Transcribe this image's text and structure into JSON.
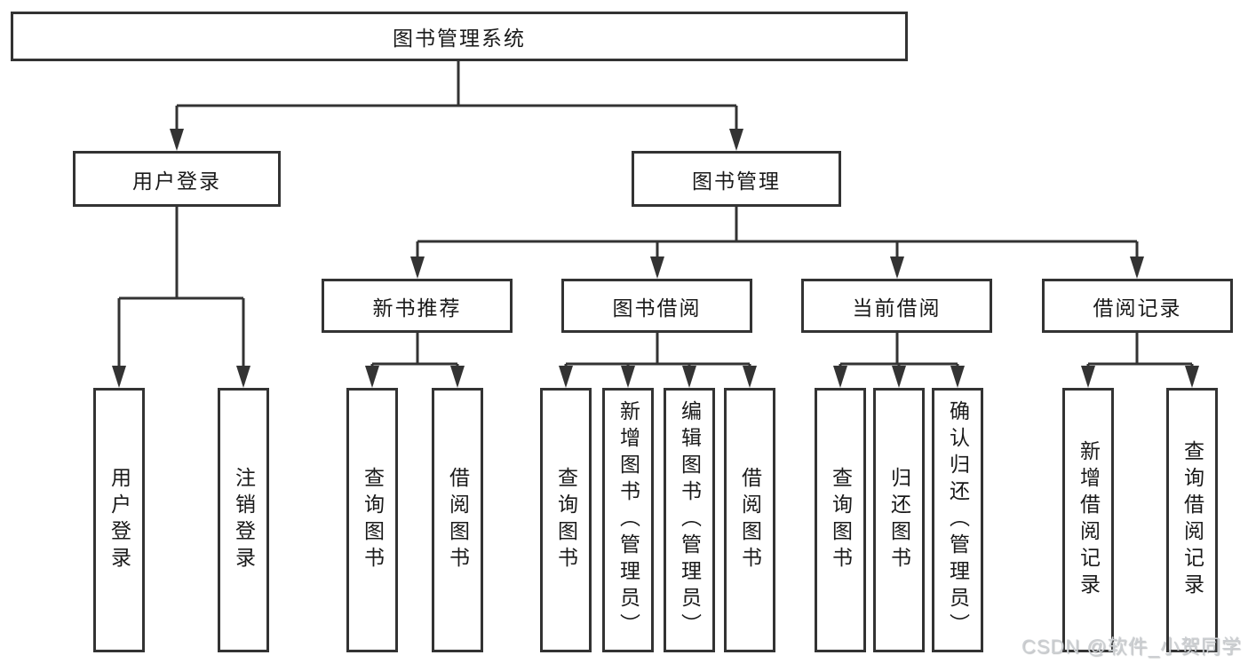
{
  "root": {
    "label": "图书管理系统"
  },
  "user_login": {
    "label": "用户登录",
    "children": [
      {
        "label": "用户登录"
      },
      {
        "label": "注销登录"
      }
    ]
  },
  "book_mgmt": {
    "label": "图书管理"
  },
  "new_book": {
    "label": "新书推荐",
    "children": [
      {
        "label": "查询图书"
      },
      {
        "label": "借阅图书"
      }
    ]
  },
  "book_borrow": {
    "label": "图书借阅",
    "children": [
      {
        "label": "查询图书"
      },
      {
        "label": "新增图书（管理员）"
      },
      {
        "label": "编辑图书（管理员）"
      },
      {
        "label": "借阅图书"
      }
    ]
  },
  "current_borrow": {
    "label": "当前借阅",
    "children": [
      {
        "label": "查询图书"
      },
      {
        "label": "归还图书"
      },
      {
        "label": "确认归还（管理员）"
      }
    ]
  },
  "borrow_records": {
    "label": "借阅记录",
    "children": [
      {
        "label": "新增借阅记录"
      },
      {
        "label": "查询借阅记录"
      }
    ]
  },
  "watermark": {
    "text": "CSDN @软件_小贺同学"
  },
  "colors": {
    "line": "#333333",
    "box_border": "#333333",
    "text": "#1a1a1a",
    "watermark": "#cccfd2",
    "background": "#ffffff"
  }
}
